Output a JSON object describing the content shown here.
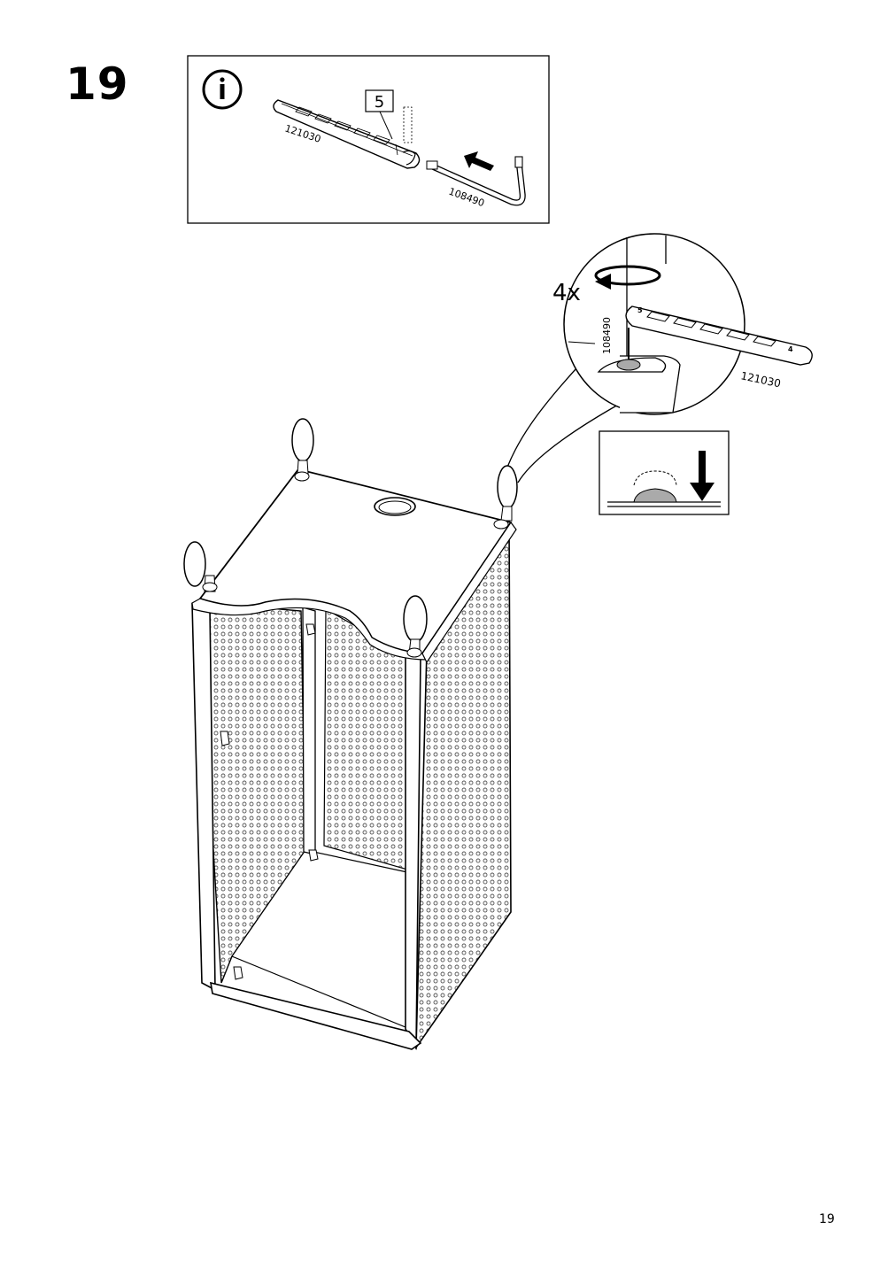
{
  "step": {
    "number": "19"
  },
  "info_panel": {
    "badge_number": "5",
    "part_rail": "121030",
    "part_key": "108490"
  },
  "detail": {
    "repeat": "4x",
    "part_key": "108490",
    "part_rail": "121030",
    "rail_marks": [
      "5",
      "4"
    ]
  },
  "page": {
    "number": "19"
  }
}
